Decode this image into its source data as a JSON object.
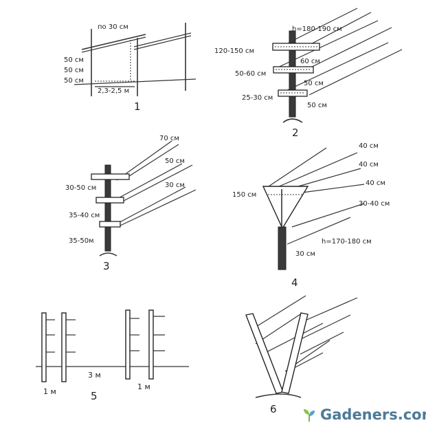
{
  "diagrams": {
    "d1": {
      "number": "1",
      "labels": [
        "по 30 см",
        "50 см",
        "50 см",
        "50 см",
        "2,3-2,5 м"
      ]
    },
    "d2": {
      "number": "2",
      "labels": [
        "h=180-190 см",
        "120-150 см",
        "60 см",
        "50-60 см",
        "50 см",
        "25-30 см",
        "50 см"
      ]
    },
    "d3": {
      "number": "3",
      "labels": [
        "70 см",
        "50 см",
        "30-50 см",
        "30 см",
        "35-40 см",
        "35-50м"
      ]
    },
    "d4": {
      "number": "4",
      "labels": [
        "40 см",
        "40 см",
        "40 см",
        "150 см",
        "30-40 см",
        "h=170-180 см",
        "30 см"
      ]
    },
    "d5": {
      "number": "5",
      "labels": [
        "3 м",
        "1 м",
        "1 м"
      ]
    },
    "d6": {
      "number": "6",
      "labels": []
    }
  },
  "watermark": {
    "text": "Gadeners.com",
    "color": "#4d7a99",
    "icon": "sprout-icon"
  }
}
